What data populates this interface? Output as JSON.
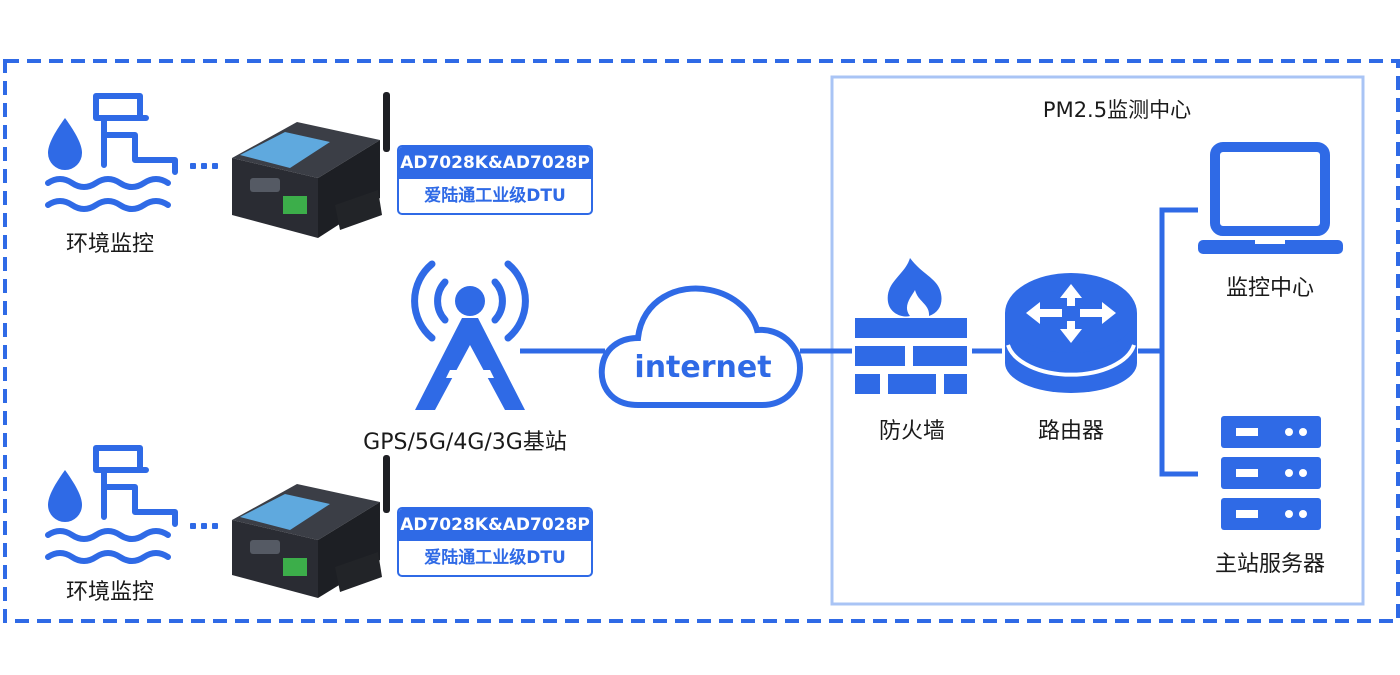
{
  "colors": {
    "accent": "#2f6ae6",
    "frame_dashed": "#2f6ae6",
    "center_frame": "#a9c4f5",
    "device_body": "#2a2c33"
  },
  "sites": [
    {
      "label": "环境监控",
      "icon": "water-level-icon"
    },
    {
      "label": "环境监控",
      "icon": "water-level-icon"
    }
  ],
  "dtus": [
    {
      "model": "AD7028K&AD7028P",
      "desc": "爱陆通工业级DTU"
    },
    {
      "model": "AD7028K&AD7028P",
      "desc": "爱陆通工业级DTU"
    }
  ],
  "tower": {
    "label": "GPS/5G/4G/3G基站",
    "icon": "cell-tower-icon"
  },
  "cloud": {
    "label": "internet",
    "icon": "cloud-icon"
  },
  "center": {
    "title": "PM2.5监测中心",
    "firewall": {
      "label": "防火墙",
      "icon": "firewall-icon"
    },
    "router": {
      "label": "路由器",
      "icon": "router-icon"
    },
    "monitor": {
      "label": "监控中心",
      "icon": "laptop-icon"
    },
    "server": {
      "label": "主站服务器",
      "icon": "server-icon"
    }
  }
}
